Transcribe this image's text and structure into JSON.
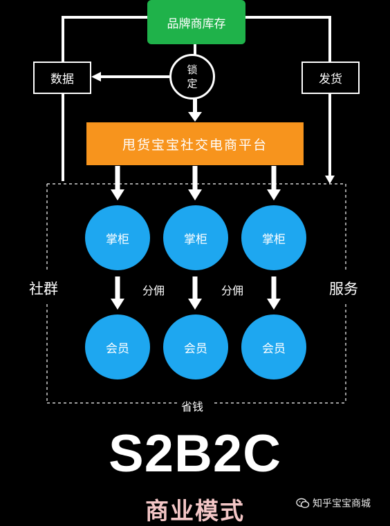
{
  "colors": {
    "background": "#000000",
    "inventory_box": "#1fb24a",
    "platform_box": "#f7941d",
    "circle": "#1ea7f0",
    "lines": "#ffffff",
    "title_sub": "#f3c6c6"
  },
  "nodes": {
    "brand_inventory": "品牌商库存",
    "lock": "锁定",
    "data": "数据",
    "shipping": "发货",
    "platform": "甩货宝宝社交电商平台",
    "shopkeepers": [
      "掌柜",
      "掌柜",
      "掌柜"
    ],
    "members": [
      "会员",
      "会员",
      "会员"
    ]
  },
  "labels": {
    "commission_1": "分佣",
    "commission_2": "分佣",
    "community": "社群",
    "service": "服务",
    "save_money": "省钱"
  },
  "title": "S2B2C",
  "subtitle": "商业模式",
  "watermark": {
    "icon": "wechat-icon",
    "text": "知乎宝宝商城"
  }
}
